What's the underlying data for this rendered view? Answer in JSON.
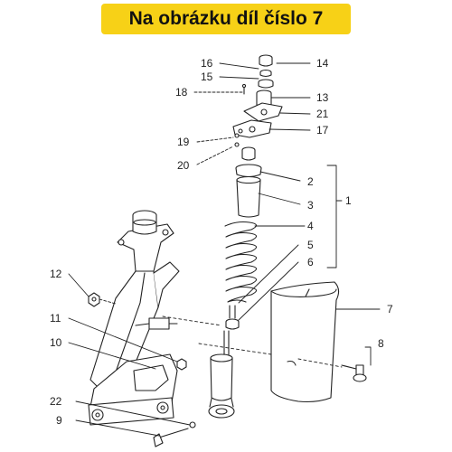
{
  "banner": {
    "title": "Na obrázku díl číslo 7",
    "color": "#f7d117"
  },
  "callouts": {
    "c1": "1",
    "c2": "2",
    "c3": "3",
    "c4": "4",
    "c5": "5",
    "c6": "6",
    "c7": "7",
    "c8": "8",
    "c9": "9",
    "c10": "10",
    "c11": "11",
    "c12": "12",
    "c13": "13",
    "c14": "14",
    "c15": "15",
    "c16": "16",
    "c17": "17",
    "c18": "18",
    "c19": "19",
    "c20": "20",
    "c21": "21",
    "c22": "22"
  }
}
